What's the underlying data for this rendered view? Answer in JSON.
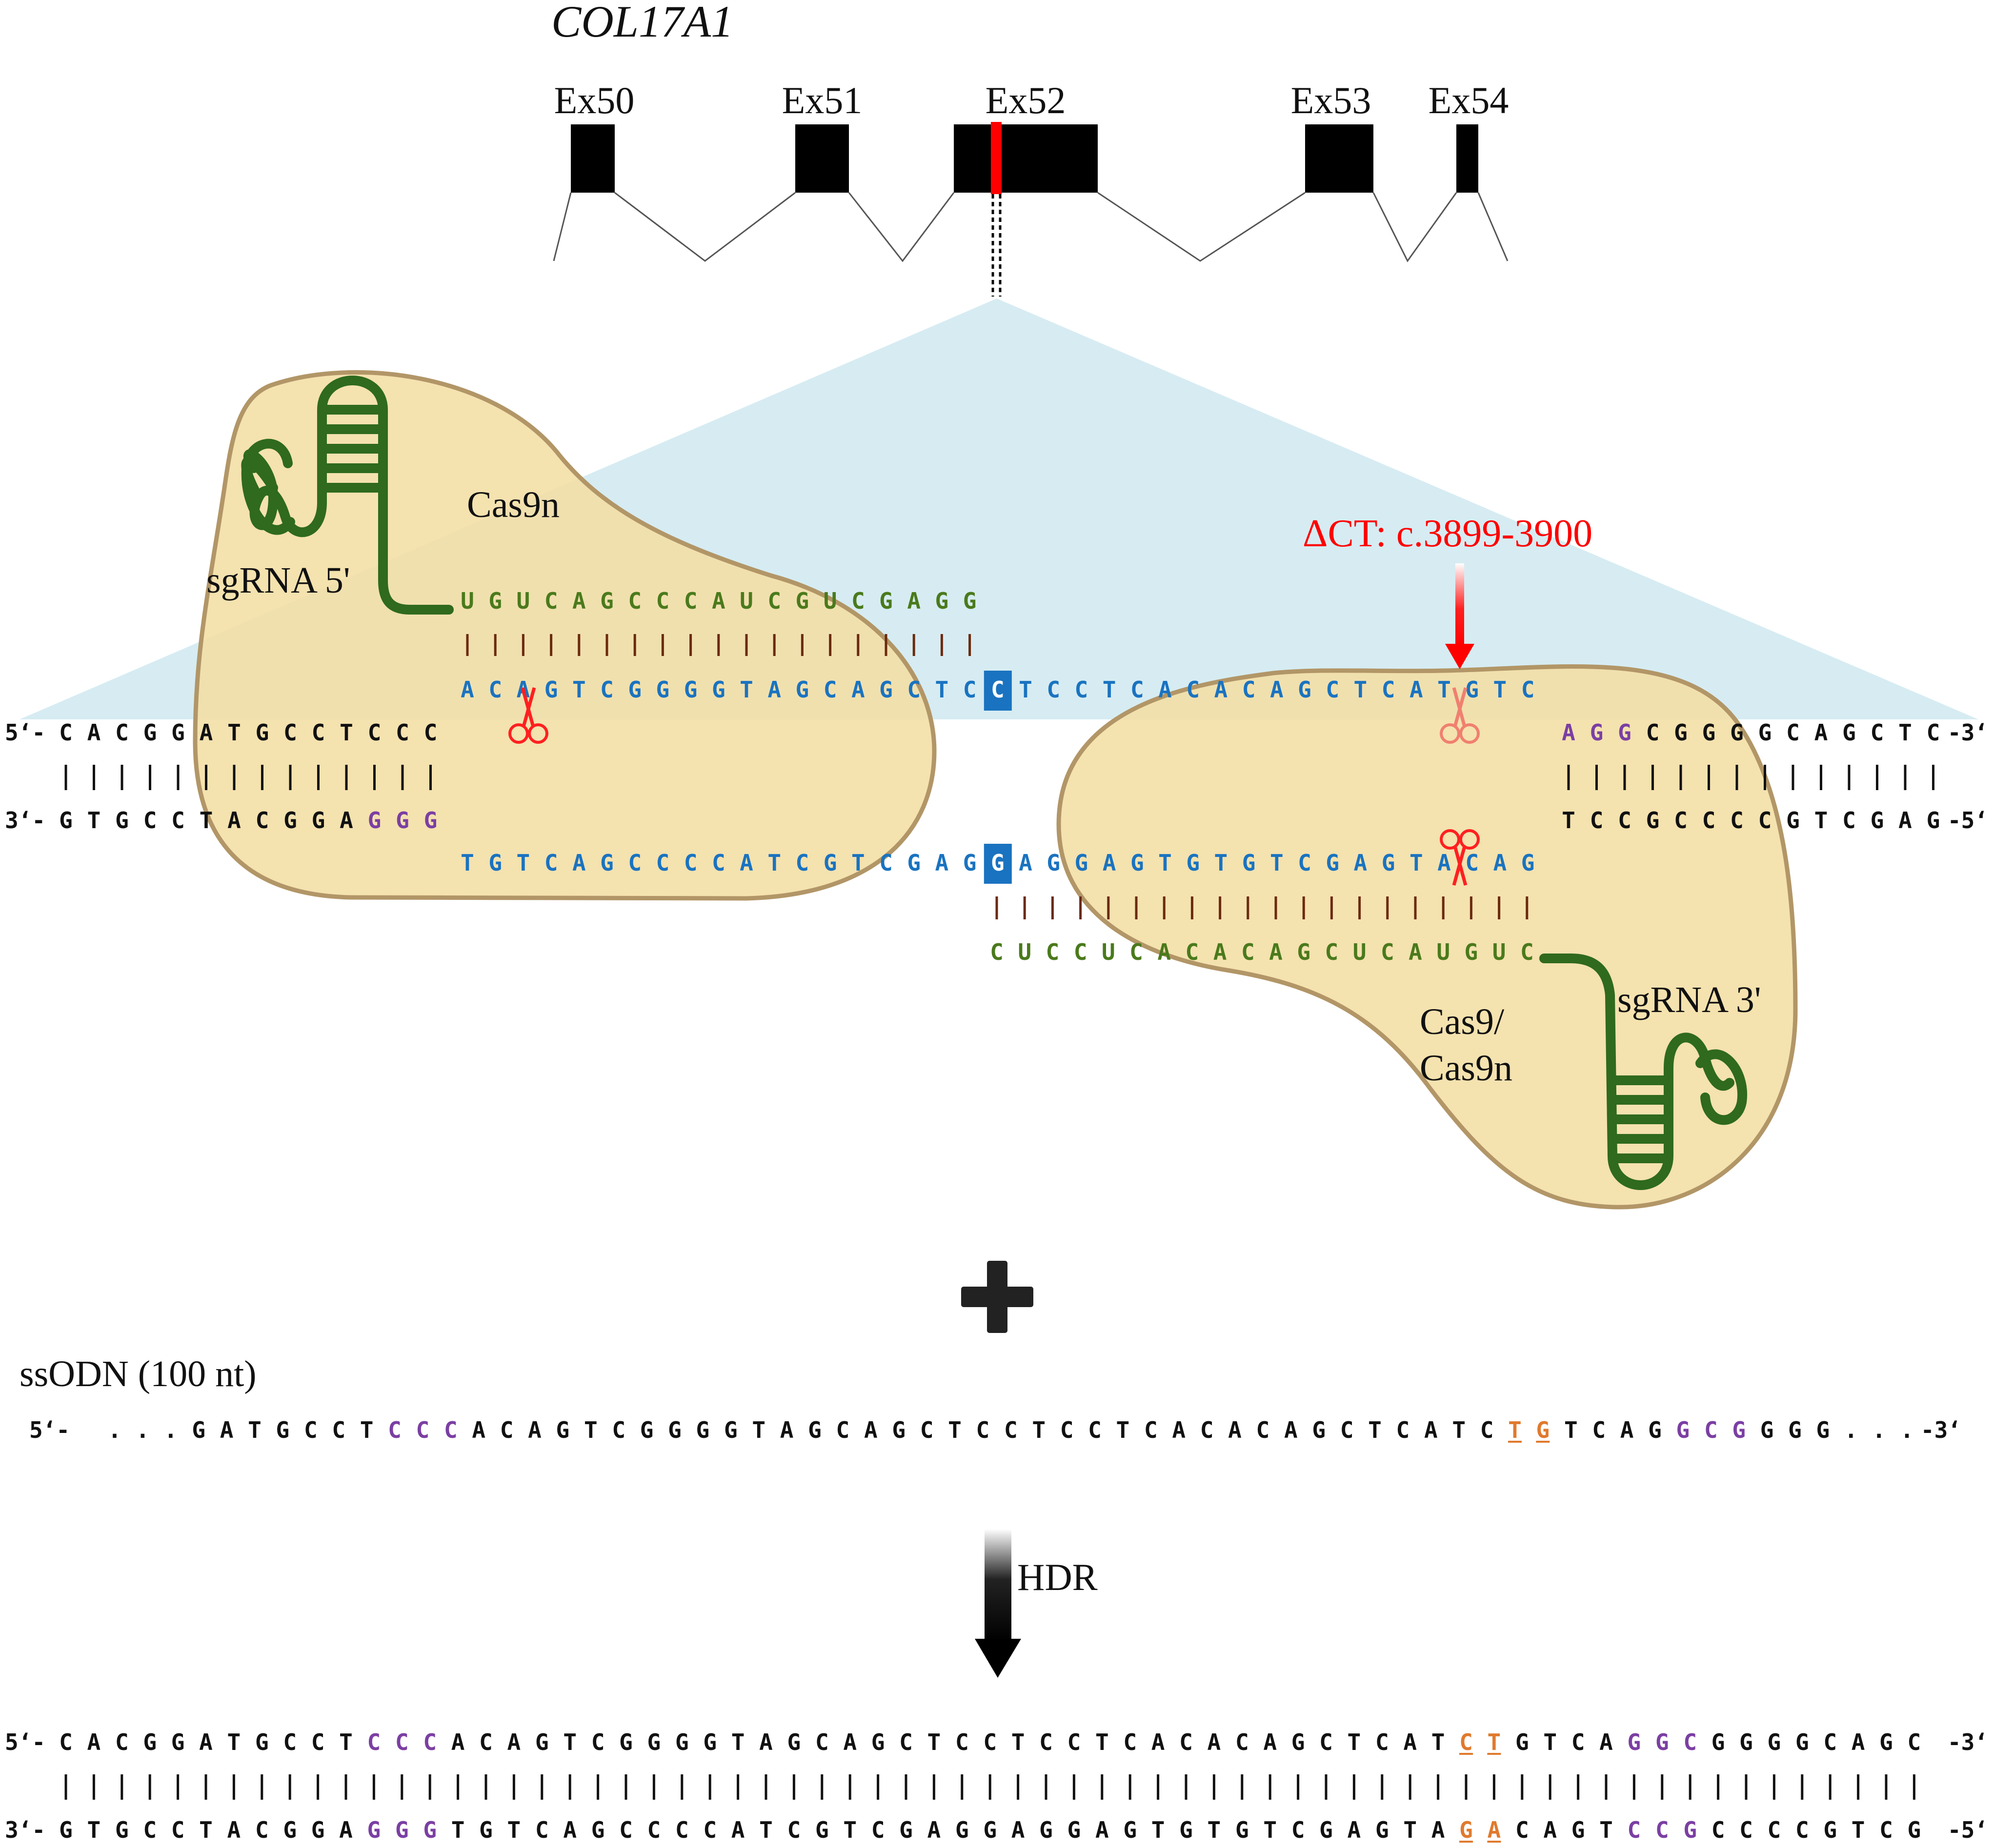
{
  "colors": {
    "blue": "#1a73c0",
    "green": "#4a7a1c",
    "purple": "#7b3fa3",
    "orange": "#e07a2e",
    "red": "#ff0000",
    "black": "#111111",
    "tan": "#f3dfa6",
    "tanStroke": "#b29667",
    "cone": "#d6ecf2",
    "sgrna": "#2f6a1e",
    "pairLine": "#6b2a0e",
    "highlight": "#1a73c0"
  },
  "gene": {
    "name": "COL17A1",
    "exons": [
      "Ex50",
      "Ex51",
      "Ex52",
      "Ex53",
      "Ex54"
    ]
  },
  "labels": {
    "cas9n": "Cas9n",
    "sgrna5": "sgRNA 5'",
    "sgrna3": "sgRNA 3'",
    "cas9_line1": "Cas9/",
    "cas9_line2": "Cas9n",
    "mutation": "ΔCT: c.3899-3900",
    "plus": "+",
    "ssodn": "ssODN (100 nt)",
    "hdr": "HDR"
  },
  "sequences": {
    "sgrna5_seq": "UGUCAGCCCAUCGUCGAGG",
    "top_left_prefix": "5‘-",
    "top_left_seq": "CACGGATGCCTCCC",
    "top_mid_seq": "ACAGTCGGGGTAGCAGCTCCTCCTCACACAGCTCATGTC",
    "top_right_seq": "AGGCGGGGCAGCTC",
    "top_right_suffix": "-3‘",
    "bot_left_prefix": "3‘-",
    "bot_left_seq": "GTGCCTACGGAGGG",
    "bot_mid_seq": "TGTCAGCCCCATCGTCGAGGAGGAGTGTGTCGAGTACAG",
    "bot_right_seq": "TCCGCCCCGTCGAG",
    "bot_right_suffix": "-5‘",
    "sgrna3_seq": "CUCCUCACACAGCUCAUGUC",
    "ssodn_prefix": "5‘-",
    "ssodn_seq": "...GATGCCTCCCACAGTCGGGGTAGCAGCTCCTCCTCACACAGCTCATCTGTCAGGCGGGG...",
    "ssodn_suffix": "-3‘",
    "final_top_prefix": "5‘-",
    "final_top_seq": "CACGGATGCCTCCCACAGTCGGGGTAGCAGCTCCTCCTCACACAGCTCATCTGTCAGGCGGGGCAGC",
    "final_top_suffix": "-3‘",
    "final_bot_prefix": "3‘-",
    "final_bot_seq": "GTGCCTACGGAGGGTGTCAGCCCCATCGTCGAGGAGGAGTGTGTCGAGTAGACAGTCCGCCCCGTCG",
    "final_bot_suffix": "-5‘"
  }
}
